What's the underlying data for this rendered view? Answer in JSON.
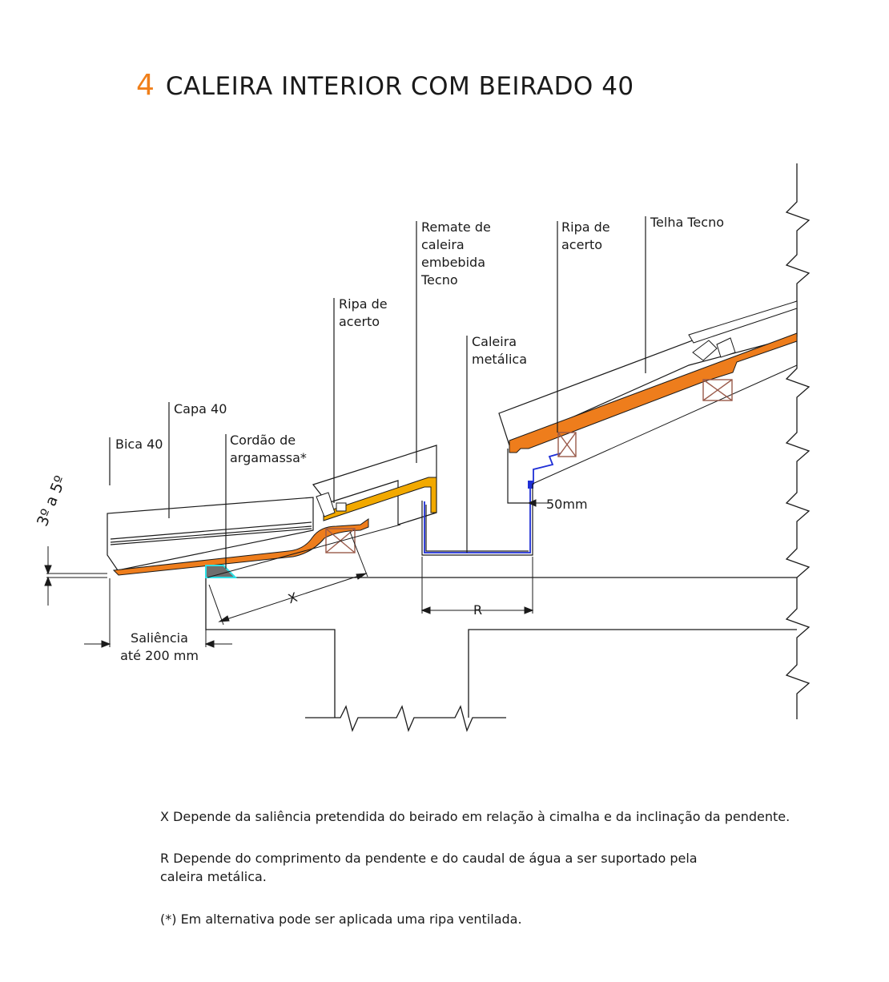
{
  "title": {
    "number": "4",
    "text": "CALEIRA INTERIOR COM BEIRADO 40"
  },
  "labels": {
    "bica": "Bica 40",
    "capa": "Capa 40",
    "cordao": "Cordão de\nargamassa*",
    "ripa_left": "Ripa de\nacerto",
    "remate": "Remate de\ncaleira\nembebida\nTecno",
    "caleira": "Caleira\nmetálica",
    "ripa_right": "Ripa de\nacerto",
    "telha": "Telha Tecno",
    "angle": "3º a 5º",
    "dim_50": "50mm",
    "dim_x": "X",
    "dim_r": "R",
    "saliencia": "Saliência\naté 200 mm"
  },
  "notes": {
    "x": "X  Depende da saliência pretendida do beirado em relação à cimalha e da inclinação da pendente.",
    "r": "R  Depende do comprimento da pendente e do caudal de água a ser suportado pela\n    caleira metálica.",
    "asterisk": "(*) Em alternativa pode ser aplicada uma ripa ventilada."
  },
  "colors": {
    "accent": "#f07f1a",
    "tile_orange": "#ee7d1c",
    "remate_yellow": "#f2a900",
    "gutter_blue": "#1f2fd6",
    "mortar_cyan": "#2ee0e6",
    "batten_brown": "#9a5a4a",
    "line": "#1a1a1a"
  }
}
